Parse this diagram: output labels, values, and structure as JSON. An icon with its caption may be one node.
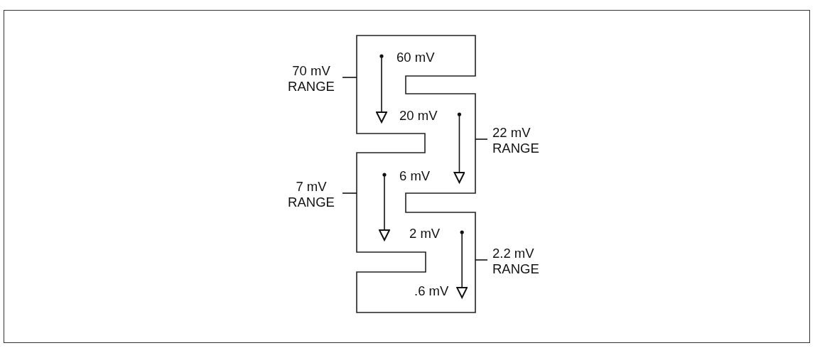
{
  "diagram": {
    "nodes": [
      {
        "text": [],
        "shape": "band"
      },
      {
        "text": [
          "70 mV RANGE"
        ]
      },
      {
        "text": [
          "60 mV"
        ],
        "in": 0
      },
      {
        "text": [
          "20 mV"
        ],
        "in": 0
      },
      {
        "text": [
          "22 mV RANGE"
        ]
      },
      {
        "text": [
          "7 mV RANGE"
        ]
      },
      {
        "text": [
          "6 mV"
        ],
        "in": 0
      },
      {
        "text": [
          "2 mV"
        ],
        "in": 0
      },
      {
        "text": [
          "2.2 mV RANGE"
        ]
      },
      {
        "text": [
          ".6 mV"
        ],
        "in": 0
      }
    ],
    "edges": [
      {
        "from": 2,
        "to": 3,
        "arrow": "to"
      },
      {
        "from": 3,
        "to": 6,
        "arrow": "to"
      },
      {
        "from": 6,
        "to": 7,
        "arrow": "to"
      },
      {
        "from": 7,
        "to": 9,
        "arrow": "to"
      },
      {
        "from": 1,
        "to": 0,
        "arrow": "none"
      },
      {
        "from": 4,
        "to": 0,
        "arrow": "none"
      },
      {
        "from": 5,
        "to": 0,
        "arrow": "none"
      },
      {
        "from": 8,
        "to": 0,
        "arrow": "none"
      }
    ]
  }
}
